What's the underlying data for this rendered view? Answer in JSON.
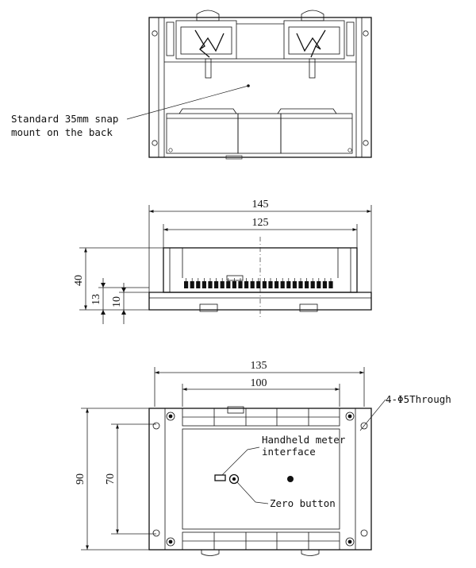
{
  "top_view": {
    "note_line1": "Standard 35mm snap",
    "note_line2": "mount on the back"
  },
  "side_view": {
    "dim_overall_width": "145",
    "dim_inner_width": "125",
    "dim_height": "40",
    "dim_13": "13",
    "dim_10": "10"
  },
  "front_view": {
    "dim_overall_width": "135",
    "dim_inner_width": "100",
    "dim_height": "90",
    "dim_inner_height": "70",
    "holes_label": "4-Φ5Through",
    "handheld_line1": "Handheld meter",
    "handheld_line2": "interface",
    "zero_button_label": "Zero button"
  },
  "colors": {
    "line": "#111111",
    "background": "#ffffff"
  }
}
